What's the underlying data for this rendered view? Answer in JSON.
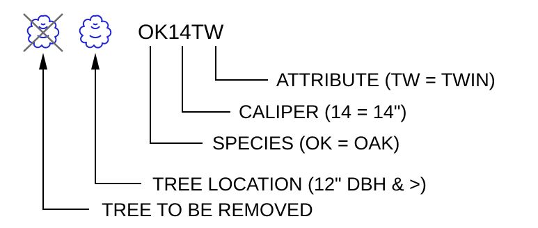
{
  "legend": {
    "code": "OK14TW",
    "labels": {
      "attribute": "ATTRIBUTE (TW = TWIN)",
      "caliper": "CALIPER (14 = 14\")",
      "species": "SPECIES (OK = OAK)",
      "tree_location": "TREE LOCATION (12\" DBH & >)",
      "tree_removed": "TREE TO BE REMOVED"
    },
    "icons": {
      "removed": "tree-removed-icon",
      "location": "tree-symbol-icon"
    },
    "colors": {
      "tree_symbol": "#1f25d6",
      "x_mark": "#6b6b6b",
      "lines": "#000000"
    }
  }
}
